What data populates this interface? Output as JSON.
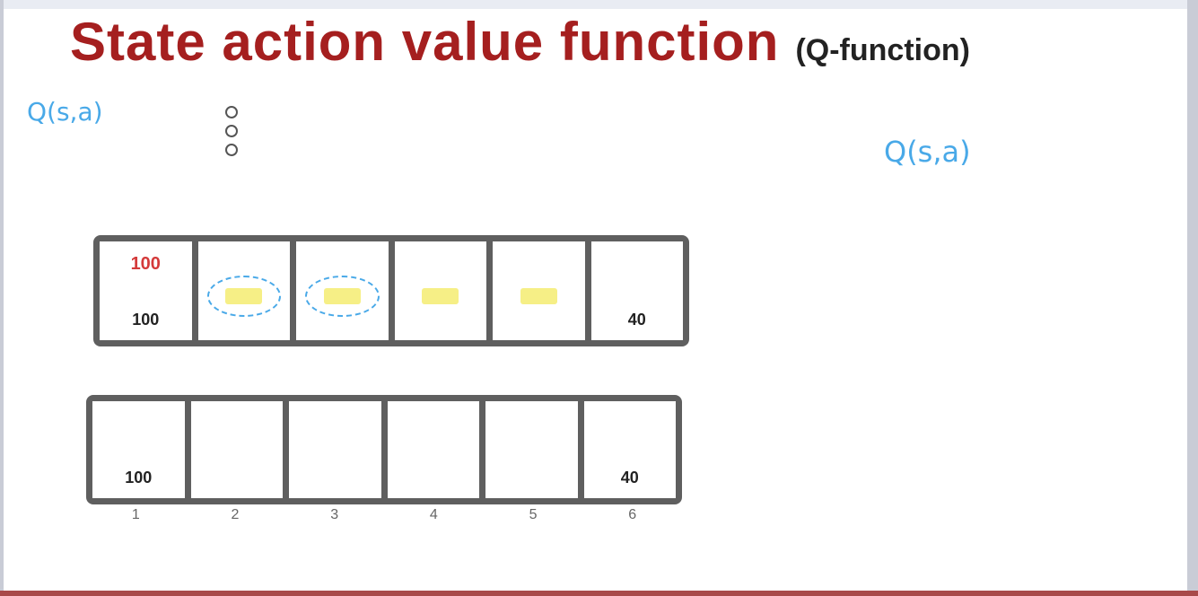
{
  "slide": {
    "title": "State action value function",
    "subtitle": "(Q-function)",
    "bullets_lead": "",
    "bullets": [
      "",
      "",
      ""
    ],
    "handwriting": {
      "q_left": "Q(s,a)",
      "q_right": "Q(s,a)"
    },
    "grid_top": [
      {
        "reward": "100",
        "value": "100"
      },
      {
        "reward": "",
        "value": ""
      },
      {
        "reward": "",
        "value": ""
      },
      {
        "reward": "",
        "value": ""
      },
      {
        "reward": "",
        "value": ""
      },
      {
        "reward": "",
        "value": "40"
      }
    ],
    "grid_bottom": [
      {
        "qvalues": "",
        "value": "100"
      },
      {
        "qvalues": "",
        "value": ""
      },
      {
        "qvalues": "",
        "value": ""
      },
      {
        "qvalues": "",
        "value": ""
      },
      {
        "qvalues": "",
        "value": ""
      },
      {
        "qvalues": "",
        "value": "40"
      }
    ],
    "arrows": "",
    "state_indices": [
      "1",
      "2",
      "3",
      "4",
      "5",
      "6"
    ],
    "legend": [
      {
        "symbol": "",
        "label": "",
        "blue": false
      },
      {
        "symbol": "",
        "label": "",
        "blue": false
      },
      {
        "symbol": "",
        "label": "",
        "blue": true
      }
    ],
    "right_notes": []
  },
  "colors": {
    "title_red": "#a51f1f",
    "reward_red": "#d43a3a",
    "handwriting_blue": "#49a9e8",
    "highlight_yellow": "#f6ef86",
    "grid_border": "#5f5f5f"
  }
}
